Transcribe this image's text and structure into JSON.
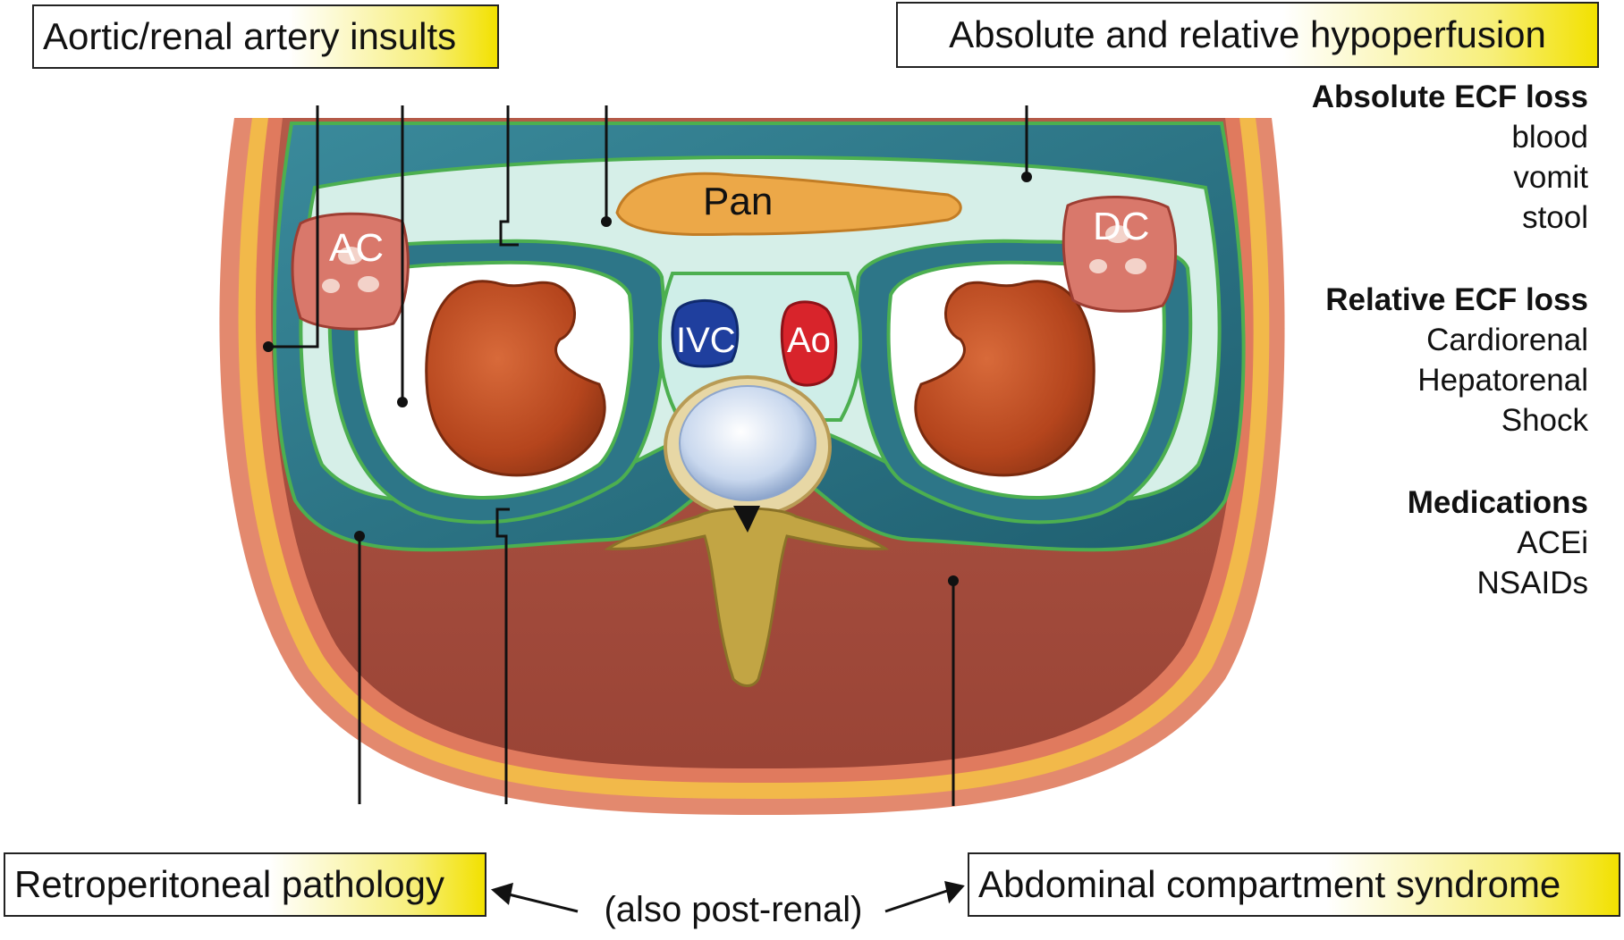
{
  "callouts": {
    "aortic": "Aortic/renal artery insults",
    "hypoperfusion": "Absolute and relative hypoperfusion",
    "retroperitoneal": "Retroperitoneal pathology",
    "abdominal_compartment": "Abdominal compartment syndrome",
    "also_post_renal": "(also post-renal)"
  },
  "causes": {
    "absolute": {
      "heading": "Absolute ECF loss",
      "items": [
        "blood",
        "vomit",
        "stool"
      ]
    },
    "relative": {
      "heading": "Relative ECF loss",
      "items": [
        "Cardiorenal",
        "Hepatorenal",
        "Shock"
      ]
    },
    "medications": {
      "heading": "Medications",
      "items": [
        "ACEi",
        "NSAIDs"
      ]
    }
  },
  "organ_labels": {
    "ascending_colon": "AC",
    "descending_colon": "DC",
    "pancreas": "Pan",
    "ivc": "IVC",
    "aorta": "Ao"
  },
  "colors": {
    "callout_highlight": "#f2e100",
    "peritoneum_green": "#4caf50",
    "fascia_teal": "#2e7d8f",
    "muscle_red": "#a84a3a",
    "fat_yellow": "#f2b94a",
    "kidney_brown": "#b9481f",
    "ivc_blue": "#1f3f9e",
    "aorta_red": "#d8242b",
    "spine_gold": "#c2a544"
  }
}
